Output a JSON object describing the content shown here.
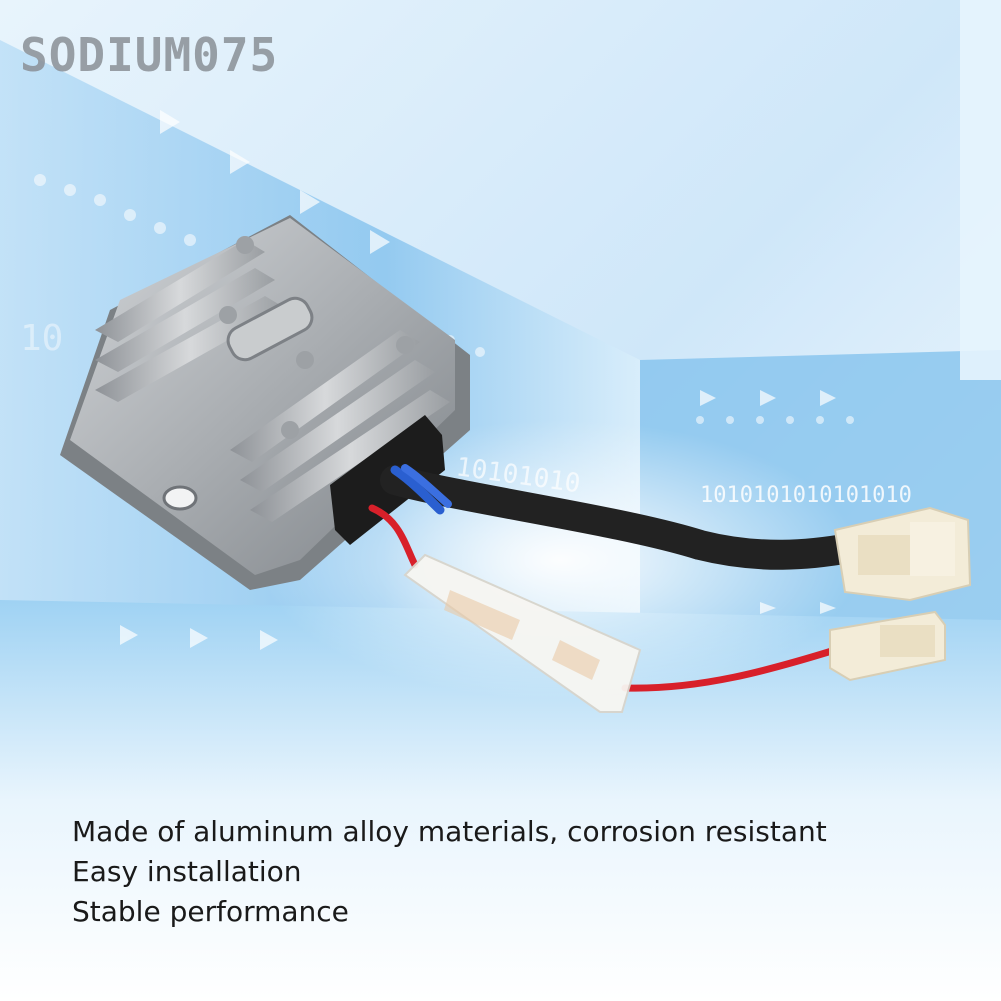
{
  "brand": {
    "watermark": "SODIUM075"
  },
  "background": {
    "binary_text": "1010101010101010",
    "binary_text_short": "10101010",
    "binary_text_tail": "10",
    "colors": {
      "sky": "#d6ecfb",
      "deep": "#5aa8e6",
      "glow": "#ffffff"
    }
  },
  "product": {
    "colors": {
      "body": "#b9bcbf",
      "wire_red": "#d8202a",
      "wire_blue": "#2a5fd0",
      "cable": "#222222",
      "plug": "#f3ecd8"
    }
  },
  "features": [
    "Made of aluminum alloy materials, corrosion resistant",
    "Easy installation",
    "Stable performance"
  ]
}
